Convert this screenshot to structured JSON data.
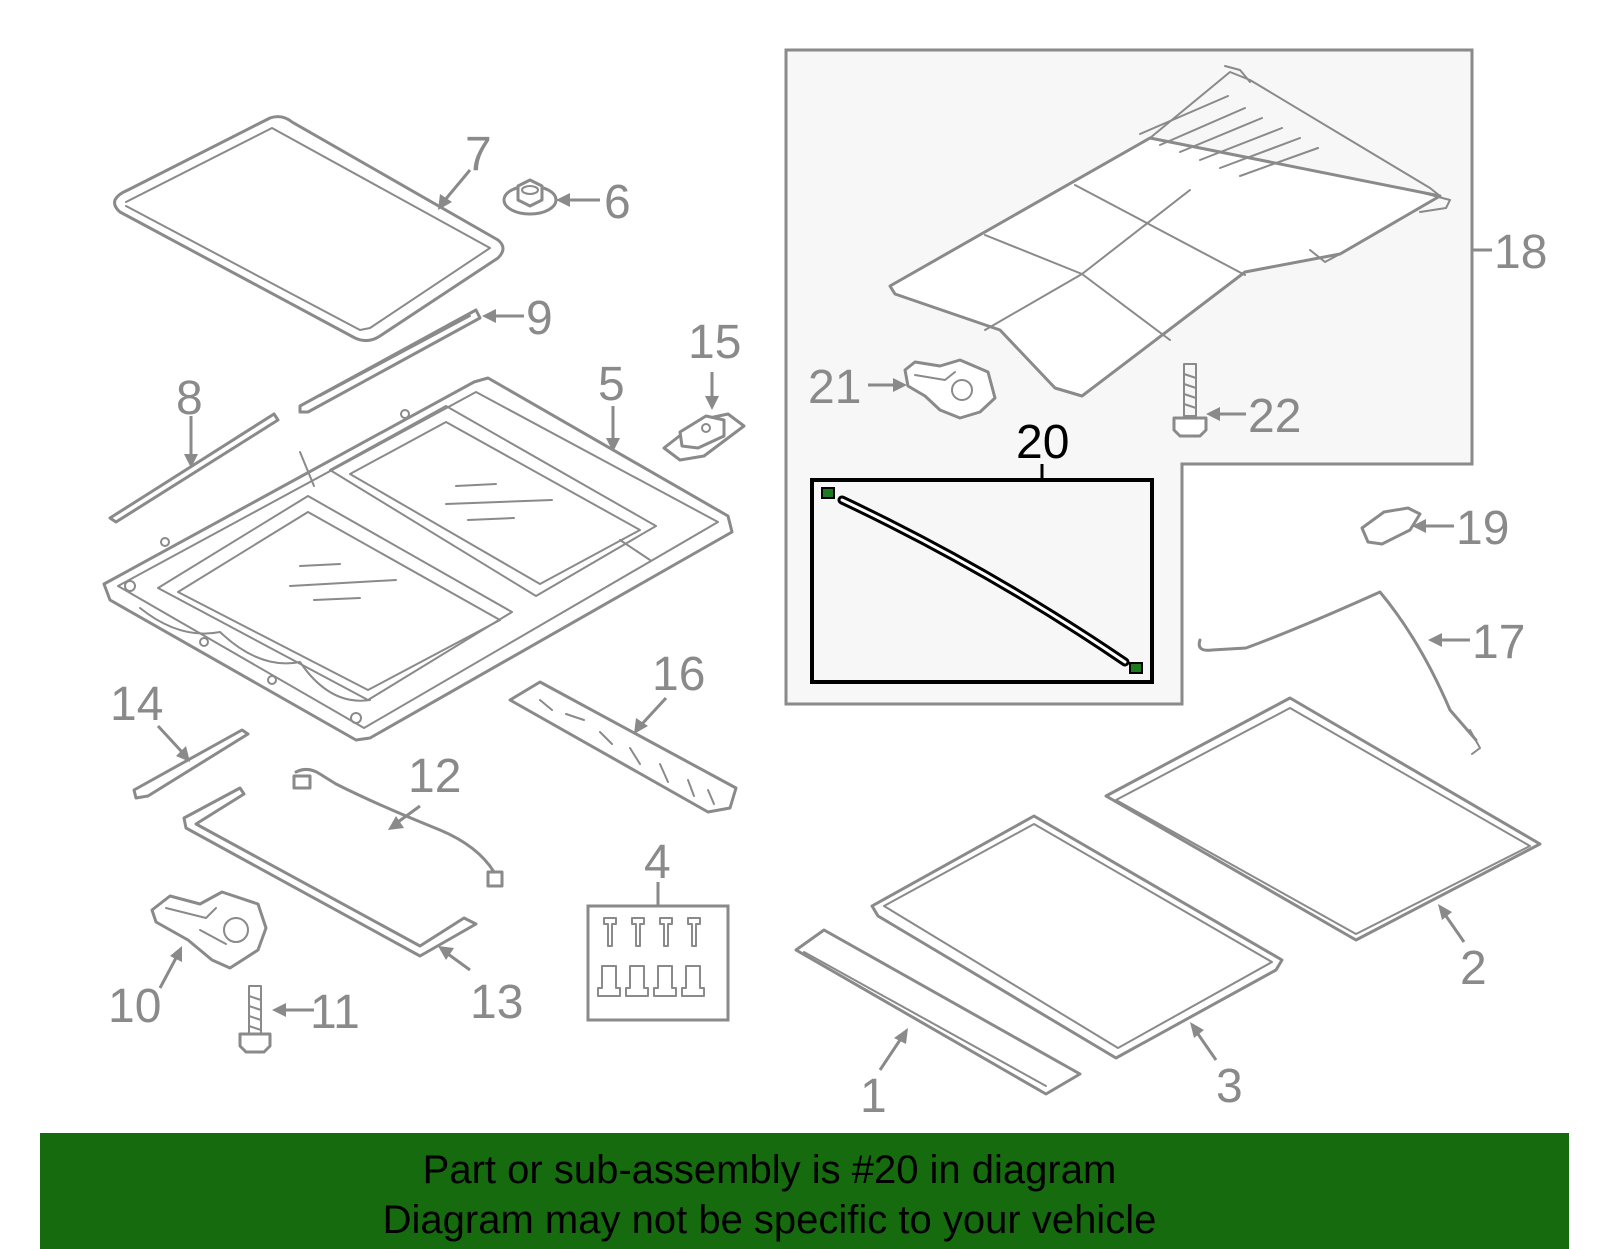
{
  "diagram": {
    "callouts": {
      "c1": "1",
      "c2": "2",
      "c3": "3",
      "c4": "4",
      "c5": "5",
      "c6": "6",
      "c7": "7",
      "c8": "8",
      "c9": "9",
      "c10": "10",
      "c11": "11",
      "c12": "12",
      "c13": "13",
      "c14": "14",
      "c15": "15",
      "c16": "16",
      "c17": "17",
      "c18": "18",
      "c19": "19",
      "c20": "20",
      "c21": "21",
      "c22": "22"
    },
    "highlighted_part": "20",
    "colors": {
      "line": "#8a8a8a",
      "highlight": "#000000",
      "subassembly_fill": "#f7f7f7",
      "banner": "#156b0e",
      "highlight_end_caps": "#1e7a1e"
    }
  },
  "notice": {
    "line1": "Part or sub-assembly is #20 in diagram",
    "line2": "Diagram may not be specific to your vehicle"
  }
}
